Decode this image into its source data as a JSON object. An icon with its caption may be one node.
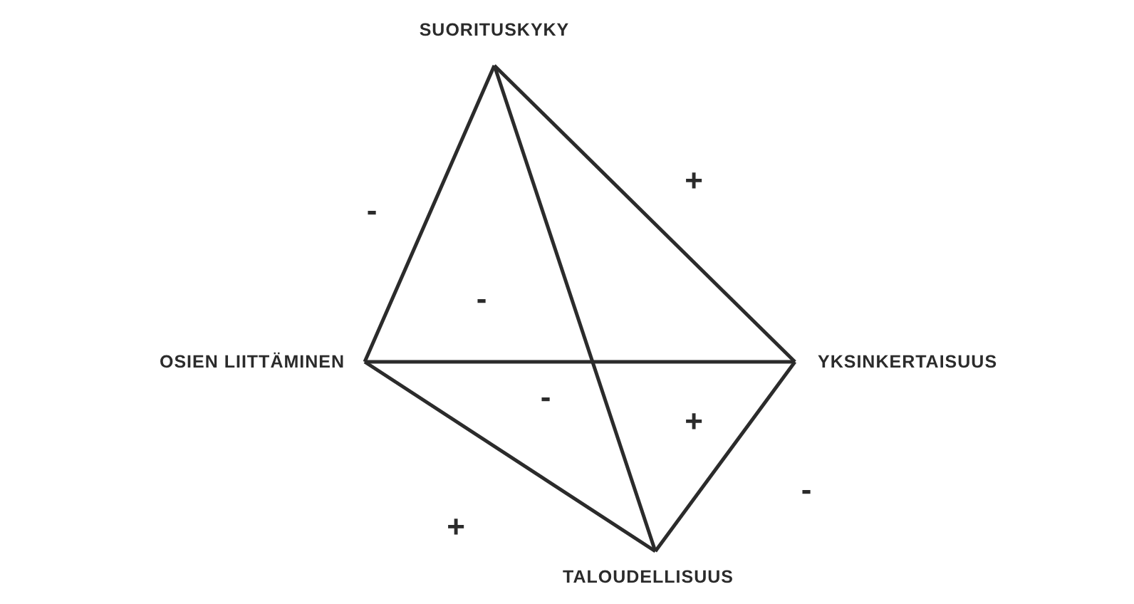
{
  "diagram": {
    "nodes": [
      {
        "text": [
          "SUORITUSKYKY"
        ]
      },
      {
        "text": [
          "OSIEN LIITTÄMINEN"
        ]
      },
      {
        "text": [
          "YKSINKERTAISUUS"
        ]
      },
      {
        "text": [
          "TALOUDELLISUUS"
        ]
      }
    ],
    "edges": [
      {
        "from": 0,
        "to": 1,
        "arrow": "none"
      },
      {
        "from": 0,
        "to": 2,
        "arrow": "none"
      },
      {
        "from": 0,
        "to": 3,
        "arrow": "none"
      },
      {
        "from": 1,
        "to": 2,
        "arrow": "none"
      },
      {
        "from": 1,
        "to": 3,
        "arrow": "none"
      },
      {
        "from": 2,
        "to": 3,
        "arrow": "none"
      }
    ],
    "labels": [
      "+",
      "-",
      "-",
      "-",
      "+",
      "-",
      "+"
    ]
  }
}
